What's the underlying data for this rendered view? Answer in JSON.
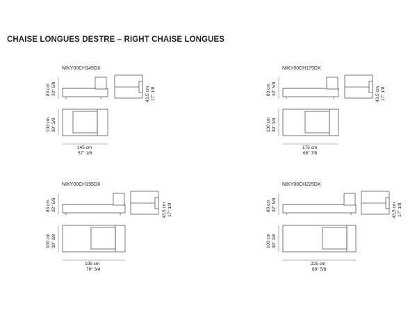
{
  "title": "CHAISE LONGUES DESTRE – RIGHT CHAISE LONGUES",
  "models": [
    {
      "code": "NIKY00CH145DX",
      "height_cm": "83 cm",
      "height_in": "32\" 5/8",
      "depth_cm": "100 cm",
      "depth_in": "39\" 3/8",
      "width_cm": "145 cm",
      "width_in": "57\" 1/8",
      "seat_cm": "43,5 cm",
      "seat_in": "17\" 1/8"
    },
    {
      "code": "NIKY00CH175DX",
      "height_cm": "83 cm",
      "height_in": "32\" 5/8",
      "depth_cm": "100 cm",
      "depth_in": "39\" 3/8",
      "width_cm": "175 cm",
      "width_in": "68\" 7/8",
      "seat_cm": "43,5 cm",
      "seat_in": "17\" 1/8"
    },
    {
      "code": "NIKY00CH195DX",
      "height_cm": "83 cm",
      "height_in": "32\" 5/8",
      "depth_cm": "100 cm",
      "depth_in": "39\" 3/8",
      "width_cm": "195 cm",
      "width_in": "76\" 3/4",
      "seat_cm": "43,5 cm",
      "seat_in": "17\" 1/8"
    },
    {
      "code": "NIKY00CH225DX",
      "height_cm": "83 cm",
      "height_in": "32\" 5/8",
      "depth_cm": "100 cm",
      "depth_in": "39\" 3/8",
      "width_cm": "225 cm",
      "width_in": "88\" 5/8",
      "seat_cm": "43,5 cm",
      "seat_in": "17\" 1/8"
    }
  ]
}
